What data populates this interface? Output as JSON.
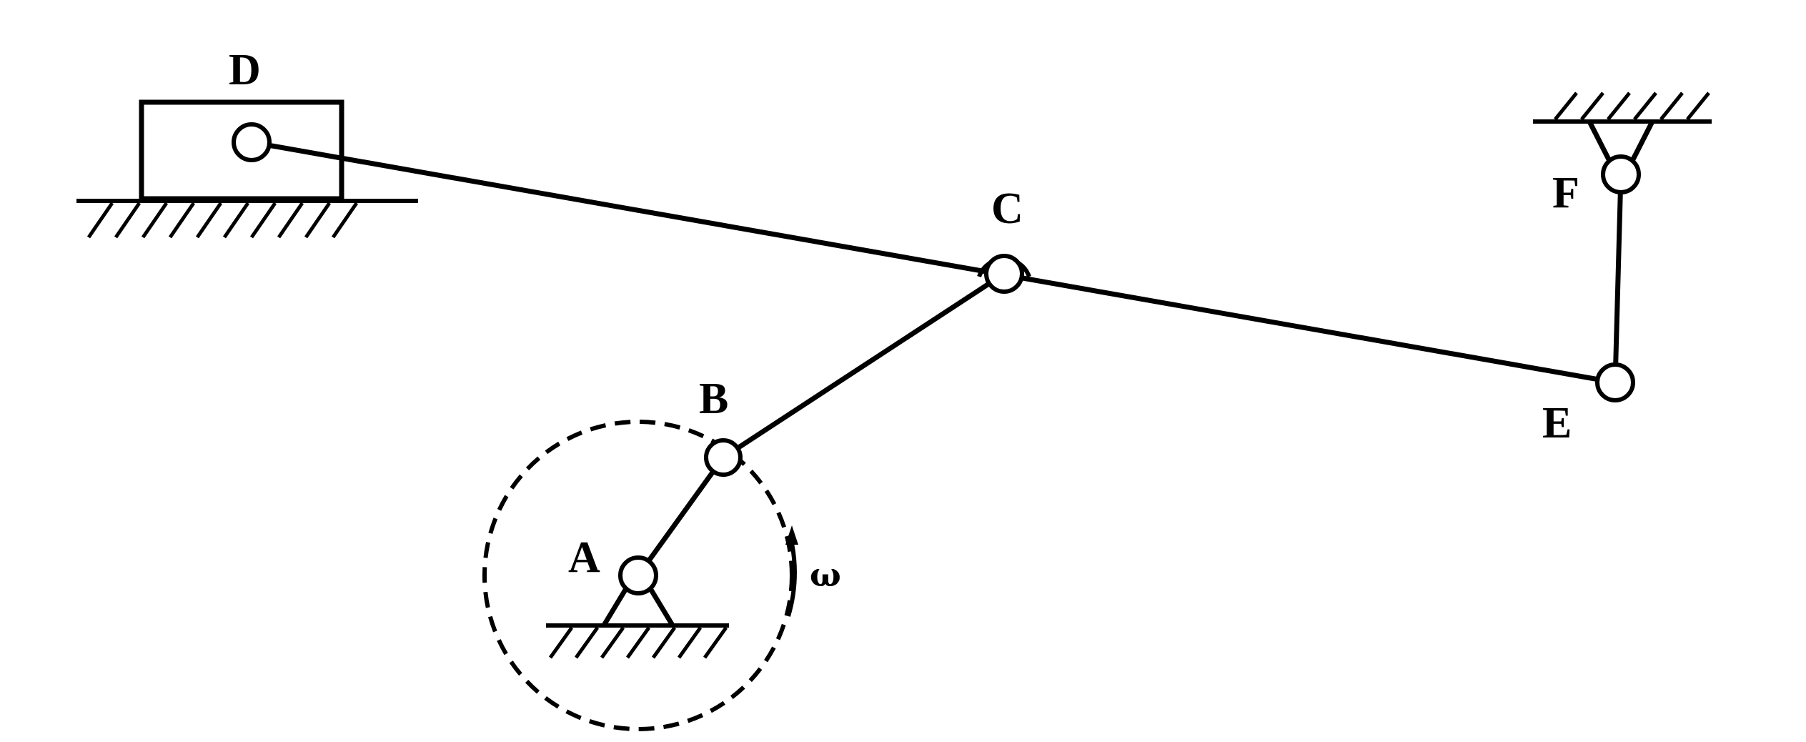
{
  "labels": {
    "A": "A",
    "B": "B",
    "C": "C",
    "D": "D",
    "E": "E",
    "F": "F",
    "omega": "ω"
  }
}
